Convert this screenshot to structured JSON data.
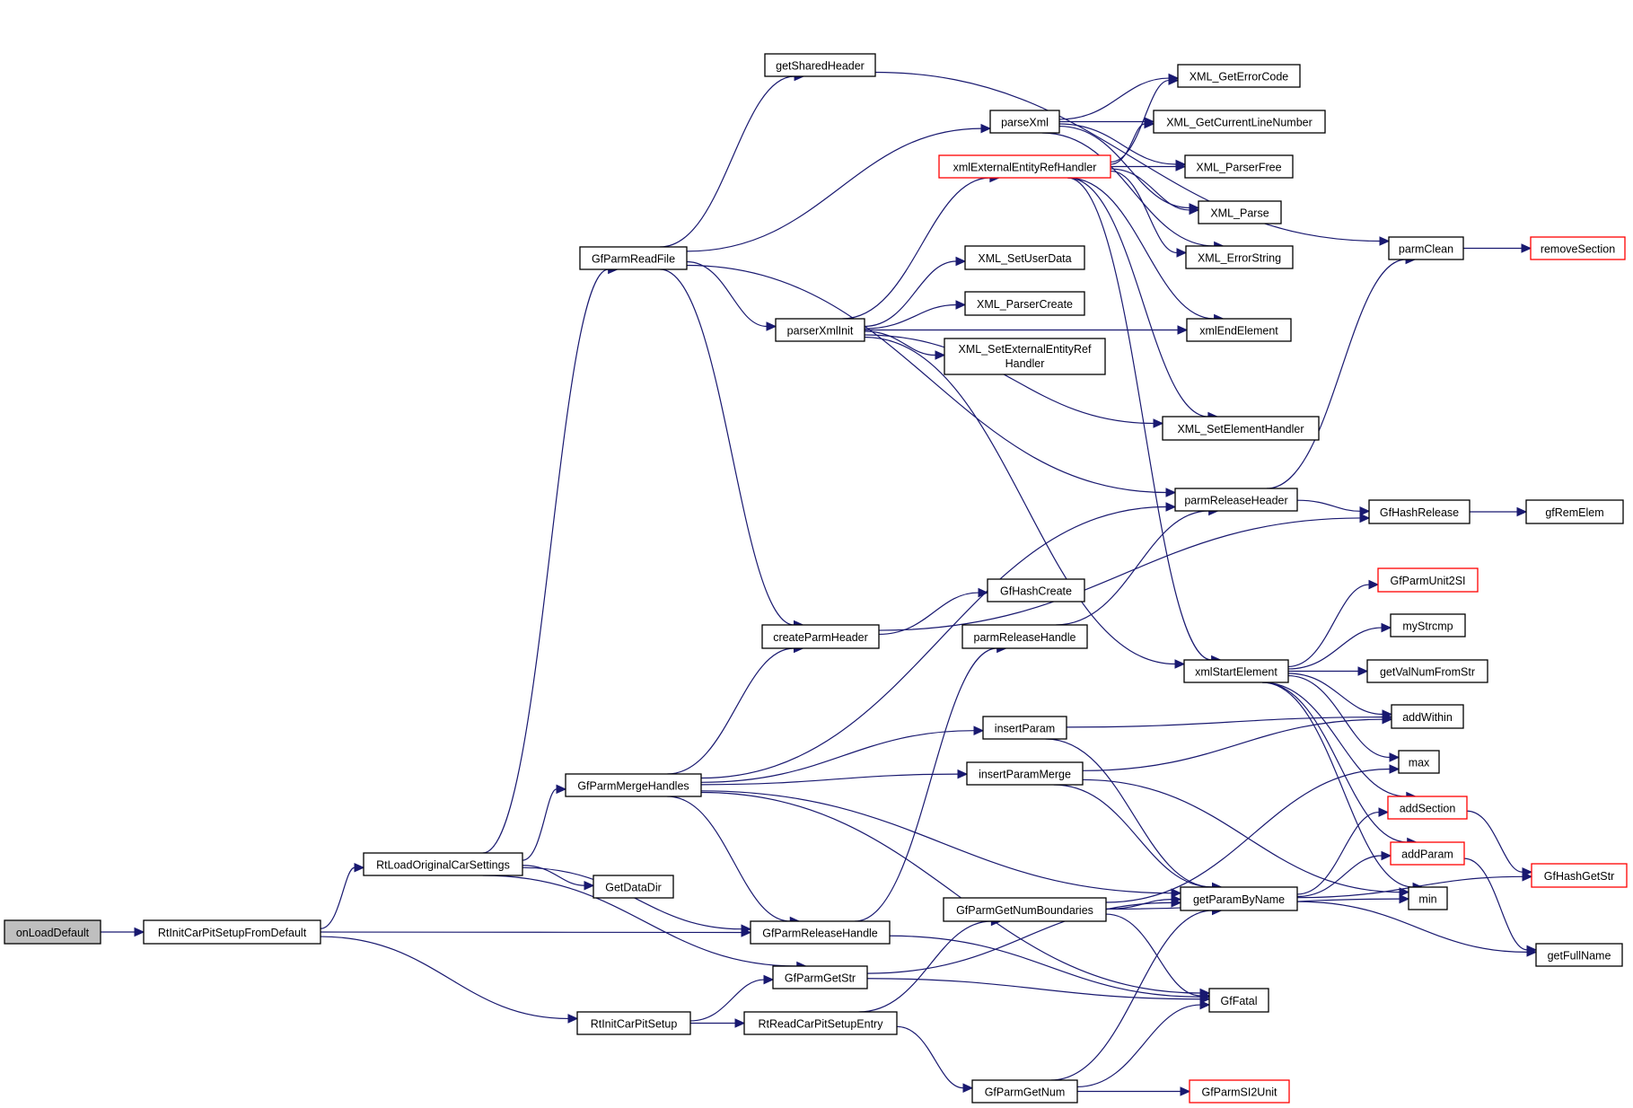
{
  "diagram": {
    "type": "call-graph",
    "colors": {
      "edge": "#191970",
      "node_border": "#000000",
      "truncated_border": "#ff0000",
      "root_fill": "#bfbfbf",
      "node_fill": "#ffffff"
    },
    "nodes": [
      {
        "id": "onLoadDefault",
        "label": "onLoadDefault",
        "style": "root"
      },
      {
        "id": "RtInitCarPitSetupFromDefault",
        "label": "RtInitCarPitSetupFromDefault",
        "style": "normal"
      },
      {
        "id": "RtLoadOriginalCarSettings",
        "label": "RtLoadOriginalCarSettings",
        "style": "normal"
      },
      {
        "id": "GfParmReadFile",
        "label": "GfParmReadFile",
        "style": "normal"
      },
      {
        "id": "getSharedHeader",
        "label": "getSharedHeader",
        "style": "normal"
      },
      {
        "id": "parseXml",
        "label": "parseXml",
        "style": "normal"
      },
      {
        "id": "xmlExternalEntityRefHandler",
        "label": "xmlExternalEntityRefHandler",
        "style": "truncated"
      },
      {
        "id": "parserXmlInit",
        "label": "parserXmlInit",
        "style": "normal"
      },
      {
        "id": "XML_GetErrorCode",
        "label": "XML_GetErrorCode",
        "style": "normal"
      },
      {
        "id": "XML_GetCurrentLineNumber",
        "label": "XML_GetCurrentLineNumber",
        "style": "normal"
      },
      {
        "id": "XML_ParserFree",
        "label": "XML_ParserFree",
        "style": "normal"
      },
      {
        "id": "XML_Parse",
        "label": "XML_Parse",
        "style": "normal"
      },
      {
        "id": "XML_ErrorString",
        "label": "XML_ErrorString",
        "style": "normal"
      },
      {
        "id": "XML_SetUserData",
        "label": "XML_SetUserData",
        "style": "normal"
      },
      {
        "id": "XML_ParserCreate",
        "label": "XML_ParserCreate",
        "style": "normal"
      },
      {
        "id": "XML_SetExternalEntityRefHandler",
        "label": "XML_SetExternalEntityRef",
        "label2": "Handler",
        "style": "normal"
      },
      {
        "id": "xmlEndElement",
        "label": "xmlEndElement",
        "style": "normal"
      },
      {
        "id": "XML_SetElementHandler",
        "label": "XML_SetElementHandler",
        "style": "normal"
      },
      {
        "id": "parmClean",
        "label": "parmClean",
        "style": "normal"
      },
      {
        "id": "removeSection",
        "label": "removeSection",
        "style": "truncated"
      },
      {
        "id": "parmReleaseHeader",
        "label": "parmReleaseHeader",
        "style": "normal"
      },
      {
        "id": "GfHashRelease",
        "label": "GfHashRelease",
        "style": "normal"
      },
      {
        "id": "gfRemElem",
        "label": "gfRemElem",
        "style": "normal"
      },
      {
        "id": "GfHashCreate",
        "label": "GfHashCreate",
        "style": "normal"
      },
      {
        "id": "createParmHeader",
        "label": "createParmHeader",
        "style": "normal"
      },
      {
        "id": "parmReleaseHandle",
        "label": "parmReleaseHandle",
        "style": "normal"
      },
      {
        "id": "GfParmUnit2SI",
        "label": "GfParmUnit2SI",
        "style": "truncated"
      },
      {
        "id": "myStrcmp",
        "label": "myStrcmp",
        "style": "normal"
      },
      {
        "id": "xmlStartElement",
        "label": "xmlStartElement",
        "style": "normal"
      },
      {
        "id": "getValNumFromStr",
        "label": "getValNumFromStr",
        "style": "normal"
      },
      {
        "id": "insertParam",
        "label": "insertParam",
        "style": "normal"
      },
      {
        "id": "addWithin",
        "label": "addWithin",
        "style": "normal"
      },
      {
        "id": "insertParamMerge",
        "label": "insertParamMerge",
        "style": "normal"
      },
      {
        "id": "max",
        "label": "max",
        "style": "normal"
      },
      {
        "id": "GfParmMergeHandles",
        "label": "GfParmMergeHandles",
        "style": "normal"
      },
      {
        "id": "addSection",
        "label": "addSection",
        "style": "truncated"
      },
      {
        "id": "addParam",
        "label": "addParam",
        "style": "truncated"
      },
      {
        "id": "GetDataDir",
        "label": "GetDataDir",
        "style": "normal"
      },
      {
        "id": "getParamByName",
        "label": "getParamByName",
        "style": "normal"
      },
      {
        "id": "min",
        "label": "min",
        "style": "normal"
      },
      {
        "id": "GfHashGetStr",
        "label": "GfHashGetStr",
        "style": "truncated"
      },
      {
        "id": "GfParmGetNumBoundaries",
        "label": "GfParmGetNumBoundaries",
        "style": "normal"
      },
      {
        "id": "GfParmReleaseHandle",
        "label": "GfParmReleaseHandle",
        "style": "normal"
      },
      {
        "id": "getFullName",
        "label": "getFullName",
        "style": "normal"
      },
      {
        "id": "GfParmGetStr",
        "label": "GfParmGetStr",
        "style": "normal"
      },
      {
        "id": "GfFatal",
        "label": "GfFatal",
        "style": "normal"
      },
      {
        "id": "RtInitCarPitSetup",
        "label": "RtInitCarPitSetup",
        "style": "normal"
      },
      {
        "id": "RtReadCarPitSetupEntry",
        "label": "RtReadCarPitSetupEntry",
        "style": "normal"
      },
      {
        "id": "GfParmGetNum",
        "label": "GfParmGetNum",
        "style": "normal"
      },
      {
        "id": "GfParmSI2Unit",
        "label": "GfParmSI2Unit",
        "style": "truncated"
      }
    ],
    "edges": [
      [
        "onLoadDefault",
        "RtInitCarPitSetupFromDefault"
      ],
      [
        "RtInitCarPitSetupFromDefault",
        "RtLoadOriginalCarSettings"
      ],
      [
        "RtInitCarPitSetupFromDefault",
        "GfParmReleaseHandle"
      ],
      [
        "RtInitCarPitSetupFromDefault",
        "RtInitCarPitSetup"
      ],
      [
        "RtLoadOriginalCarSettings",
        "GfParmReadFile"
      ],
      [
        "RtLoadOriginalCarSettings",
        "GfParmMergeHandles"
      ],
      [
        "RtLoadOriginalCarSettings",
        "GetDataDir"
      ],
      [
        "RtLoadOriginalCarSettings",
        "GfParmReleaseHandle"
      ],
      [
        "RtLoadOriginalCarSettings",
        "GfParmGetStr"
      ],
      [
        "GfParmReadFile",
        "getSharedHeader"
      ],
      [
        "GfParmReadFile",
        "parseXml"
      ],
      [
        "GfParmReadFile",
        "parmReleaseHeader"
      ],
      [
        "GfParmReadFile",
        "parserXmlInit"
      ],
      [
        "GfParmReadFile",
        "createParmHeader"
      ],
      [
        "getSharedHeader",
        "parmClean"
      ],
      [
        "parseXml",
        "XML_GetErrorCode"
      ],
      [
        "parseXml",
        "XML_GetCurrentLineNumber"
      ],
      [
        "parseXml",
        "XML_ParserFree"
      ],
      [
        "parseXml",
        "XML_Parse"
      ],
      [
        "parseXml",
        "XML_ErrorString"
      ],
      [
        "xmlExternalEntityRefHandler",
        "XML_GetErrorCode"
      ],
      [
        "xmlExternalEntityRefHandler",
        "XML_GetCurrentLineNumber"
      ],
      [
        "xmlExternalEntityRefHandler",
        "XML_ParserFree"
      ],
      [
        "xmlExternalEntityRefHandler",
        "XML_Parse"
      ],
      [
        "xmlExternalEntityRefHandler",
        "XML_ErrorString"
      ],
      [
        "xmlExternalEntityRefHandler",
        "xmlEndElement"
      ],
      [
        "xmlExternalEntityRefHandler",
        "XML_SetElementHandler"
      ],
      [
        "xmlExternalEntityRefHandler",
        "xmlStartElement"
      ],
      [
        "parserXmlInit",
        "xmlExternalEntityRefHandler"
      ],
      [
        "parserXmlInit",
        "XML_SetUserData"
      ],
      [
        "parserXmlInit",
        "XML_ParserCreate"
      ],
      [
        "parserXmlInit",
        "XML_SetExternalEntityRefHandler"
      ],
      [
        "parserXmlInit",
        "xmlEndElement"
      ],
      [
        "parserXmlInit",
        "XML_SetElementHandler"
      ],
      [
        "parserXmlInit",
        "xmlStartElement"
      ],
      [
        "parmClean",
        "removeSection"
      ],
      [
        "parmReleaseHeader",
        "parmClean"
      ],
      [
        "parmReleaseHeader",
        "GfHashRelease"
      ],
      [
        "GfHashRelease",
        "gfRemElem"
      ],
      [
        "createParmHeader",
        "GfHashCreate"
      ],
      [
        "createParmHeader",
        "GfHashRelease"
      ],
      [
        "parmReleaseHandle",
        "parmReleaseHeader"
      ],
      [
        "xmlStartElement",
        "GfParmUnit2SI"
      ],
      [
        "xmlStartElement",
        "myStrcmp"
      ],
      [
        "xmlStartElement",
        "getValNumFromStr"
      ],
      [
        "xmlStartElement",
        "addWithin"
      ],
      [
        "xmlStartElement",
        "max"
      ],
      [
        "xmlStartElement",
        "addSection"
      ],
      [
        "xmlStartElement",
        "addParam"
      ],
      [
        "xmlStartElement",
        "min"
      ],
      [
        "GfParmMergeHandles",
        "parmReleaseHeader"
      ],
      [
        "GfParmMergeHandles",
        "createParmHeader"
      ],
      [
        "GfParmMergeHandles",
        "insertParam"
      ],
      [
        "GfParmMergeHandles",
        "insertParamMerge"
      ],
      [
        "GfParmMergeHandles",
        "getParamByName"
      ],
      [
        "GfParmMergeHandles",
        "GfParmReleaseHandle"
      ],
      [
        "GfParmMergeHandles",
        "GfFatal"
      ],
      [
        "insertParam",
        "addWithin"
      ],
      [
        "insertParam",
        "getParamByName"
      ],
      [
        "insertParamMerge",
        "addWithin"
      ],
      [
        "insertParamMerge",
        "getParamByName"
      ],
      [
        "insertParamMerge",
        "min"
      ],
      [
        "addSection",
        "GfHashGetStr"
      ],
      [
        "addParam",
        "getFullName"
      ],
      [
        "getParamByName",
        "addSection"
      ],
      [
        "getParamByName",
        "addParam"
      ],
      [
        "getParamByName",
        "GfHashGetStr"
      ],
      [
        "getParamByName",
        "getFullName"
      ],
      [
        "GfParmGetNumBoundaries",
        "max"
      ],
      [
        "GfParmGetNumBoundaries",
        "getParamByName"
      ],
      [
        "GfParmGetNumBoundaries",
        "min"
      ],
      [
        "GfParmGetNumBoundaries",
        "GfFatal"
      ],
      [
        "GfParmReleaseHandle",
        "parmReleaseHandle"
      ],
      [
        "GfParmReleaseHandle",
        "GfFatal"
      ],
      [
        "GfParmGetStr",
        "getParamByName"
      ],
      [
        "GfParmGetStr",
        "GfFatal"
      ],
      [
        "RtInitCarPitSetup",
        "GfParmGetStr"
      ],
      [
        "RtInitCarPitSetup",
        "RtReadCarPitSetupEntry"
      ],
      [
        "RtReadCarPitSetupEntry",
        "GfParmGetNumBoundaries"
      ],
      [
        "RtReadCarPitSetupEntry",
        "GfParmGetNum"
      ],
      [
        "GfParmGetNum",
        "getParamByName"
      ],
      [
        "GfParmGetNum",
        "GfFatal"
      ],
      [
        "GfParmGetNum",
        "GfParmSI2Unit"
      ]
    ]
  }
}
